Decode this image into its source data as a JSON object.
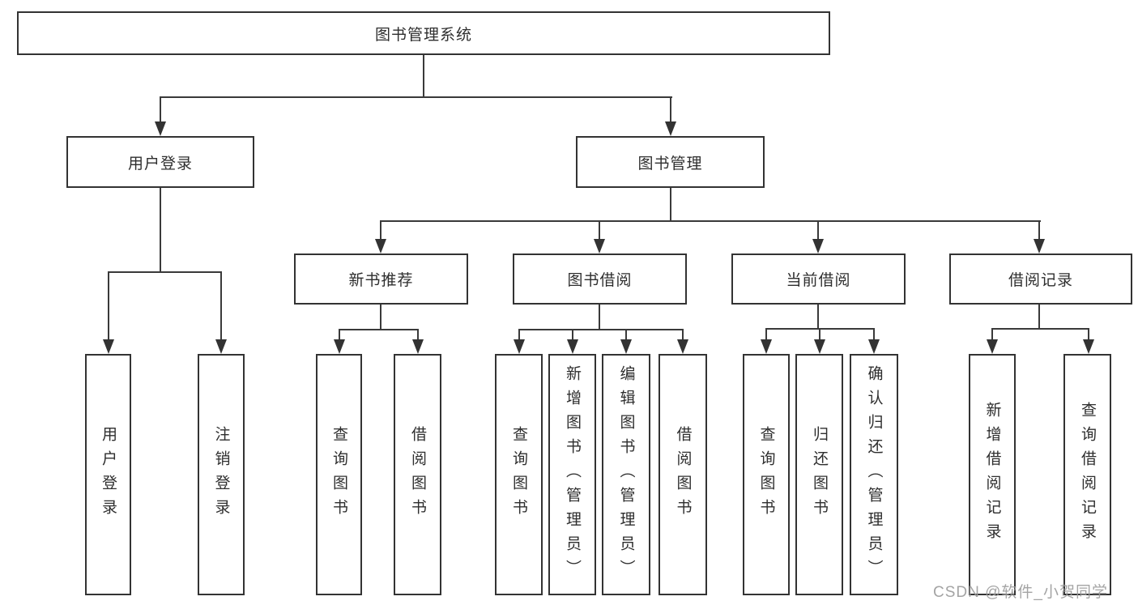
{
  "diagram": {
    "root": {
      "label": "图书管理系统"
    },
    "level2": [
      {
        "label": "用户登录"
      },
      {
        "label": "图书管理"
      }
    ],
    "level3": [
      {
        "label": "新书推荐"
      },
      {
        "label": "图书借阅"
      },
      {
        "label": "当前借阅"
      },
      {
        "label": "借阅记录"
      }
    ],
    "leaves": [
      {
        "label": "用户登录"
      },
      {
        "label": "注销登录"
      },
      {
        "label": "查询图书"
      },
      {
        "label": "借阅图书"
      },
      {
        "label": "查询图书"
      },
      {
        "label": "新增图书（管理员）"
      },
      {
        "label": "编辑图书（管理员）"
      },
      {
        "label": "借阅图书"
      },
      {
        "label": "查询图书"
      },
      {
        "label": "归还图书"
      },
      {
        "label": "确认归还（管理员）"
      },
      {
        "label": "新增借阅记录"
      },
      {
        "label": "查询借阅记录"
      }
    ],
    "watermark": "CSDN @软件_小贺同学",
    "colors": {
      "line": "#3a3a3a",
      "box_border": "#333333",
      "text": "#2e2e2e",
      "watermark": "#9a9a9a",
      "background": "#ffffff"
    }
  }
}
